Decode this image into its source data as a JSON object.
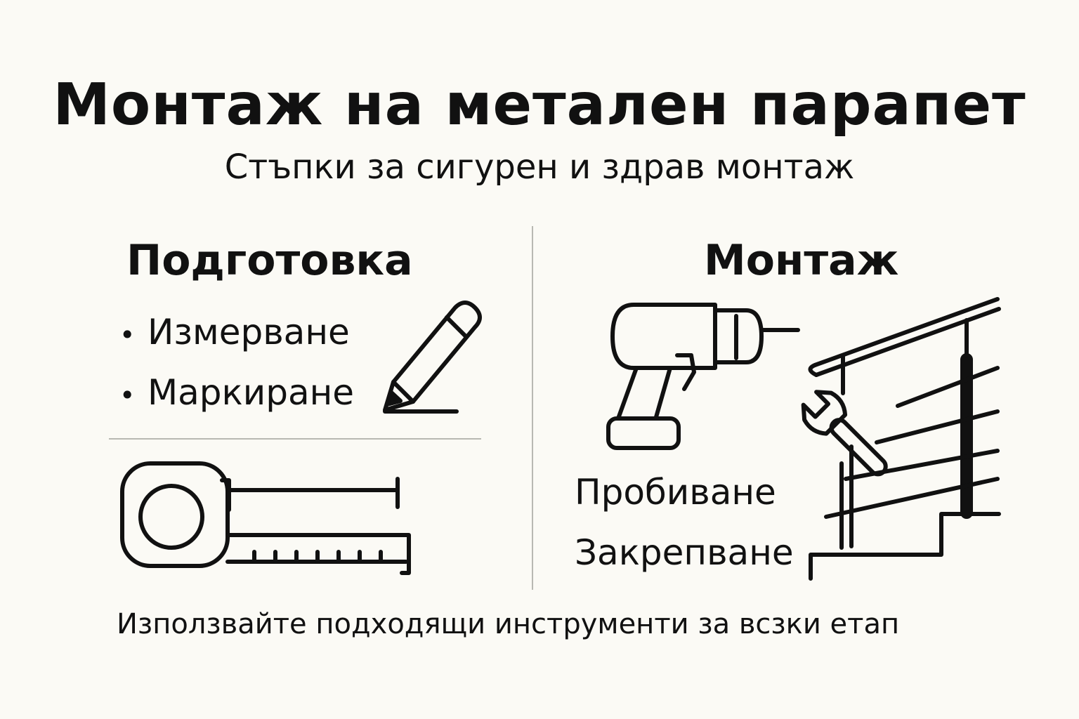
{
  "title": "Монтаж на метален парапет",
  "subtitle": "Стъпки за сигурен и здрав монтаж",
  "preparation": {
    "heading": "Подготовка",
    "steps": [
      "Измерване",
      "Маркиране"
    ],
    "bullet": "•"
  },
  "mounting": {
    "heading": "Монтаж",
    "steps": [
      "Пробиване",
      "Закрепване"
    ]
  },
  "footer": "Използвайте подходящи инструменти за всзки етап",
  "icons": [
    "pencil-icon",
    "tape-measure-icon",
    "drill-icon",
    "railing-stairs-icon",
    "wrench-icon"
  ],
  "colors": {
    "background": "#fbfaf5",
    "ink": "#111111",
    "divider": "#b8b8b2"
  }
}
